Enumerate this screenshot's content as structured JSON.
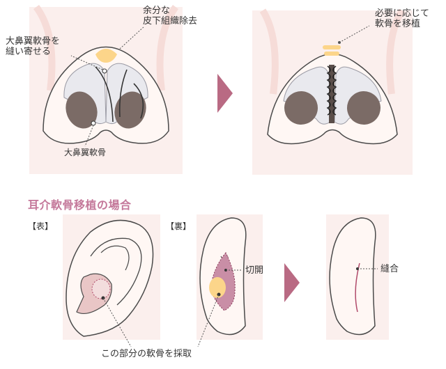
{
  "nose_section": {
    "before": {
      "label_fat": "余分な\n皮下組織除去",
      "label_suture": "大鼻翼軟骨を\n縫い寄せる",
      "label_cartilage": "大鼻翼軟骨"
    },
    "after": {
      "label_graft": "必要に応じて\n軟骨を移植"
    }
  },
  "ear_section": {
    "title": "耳介軟骨移植の場合",
    "front_tag": "【表】",
    "back_tag": "【裏】",
    "label_incision": "切開",
    "label_suture": "縫合",
    "label_harvest": "この部分の軟骨を採取"
  },
  "colors": {
    "skin": "#fbefed",
    "nose_outline": "#4a4a4a",
    "nostril": "#7b6b66",
    "cartilage": "#e9e9ee",
    "fat_highlight": "#fcd58a",
    "arrow": "#b96a83",
    "incision_fill": "#c98ea6",
    "title": "#c4789a"
  },
  "icons": {
    "step_arrow": "triangle-right"
  }
}
